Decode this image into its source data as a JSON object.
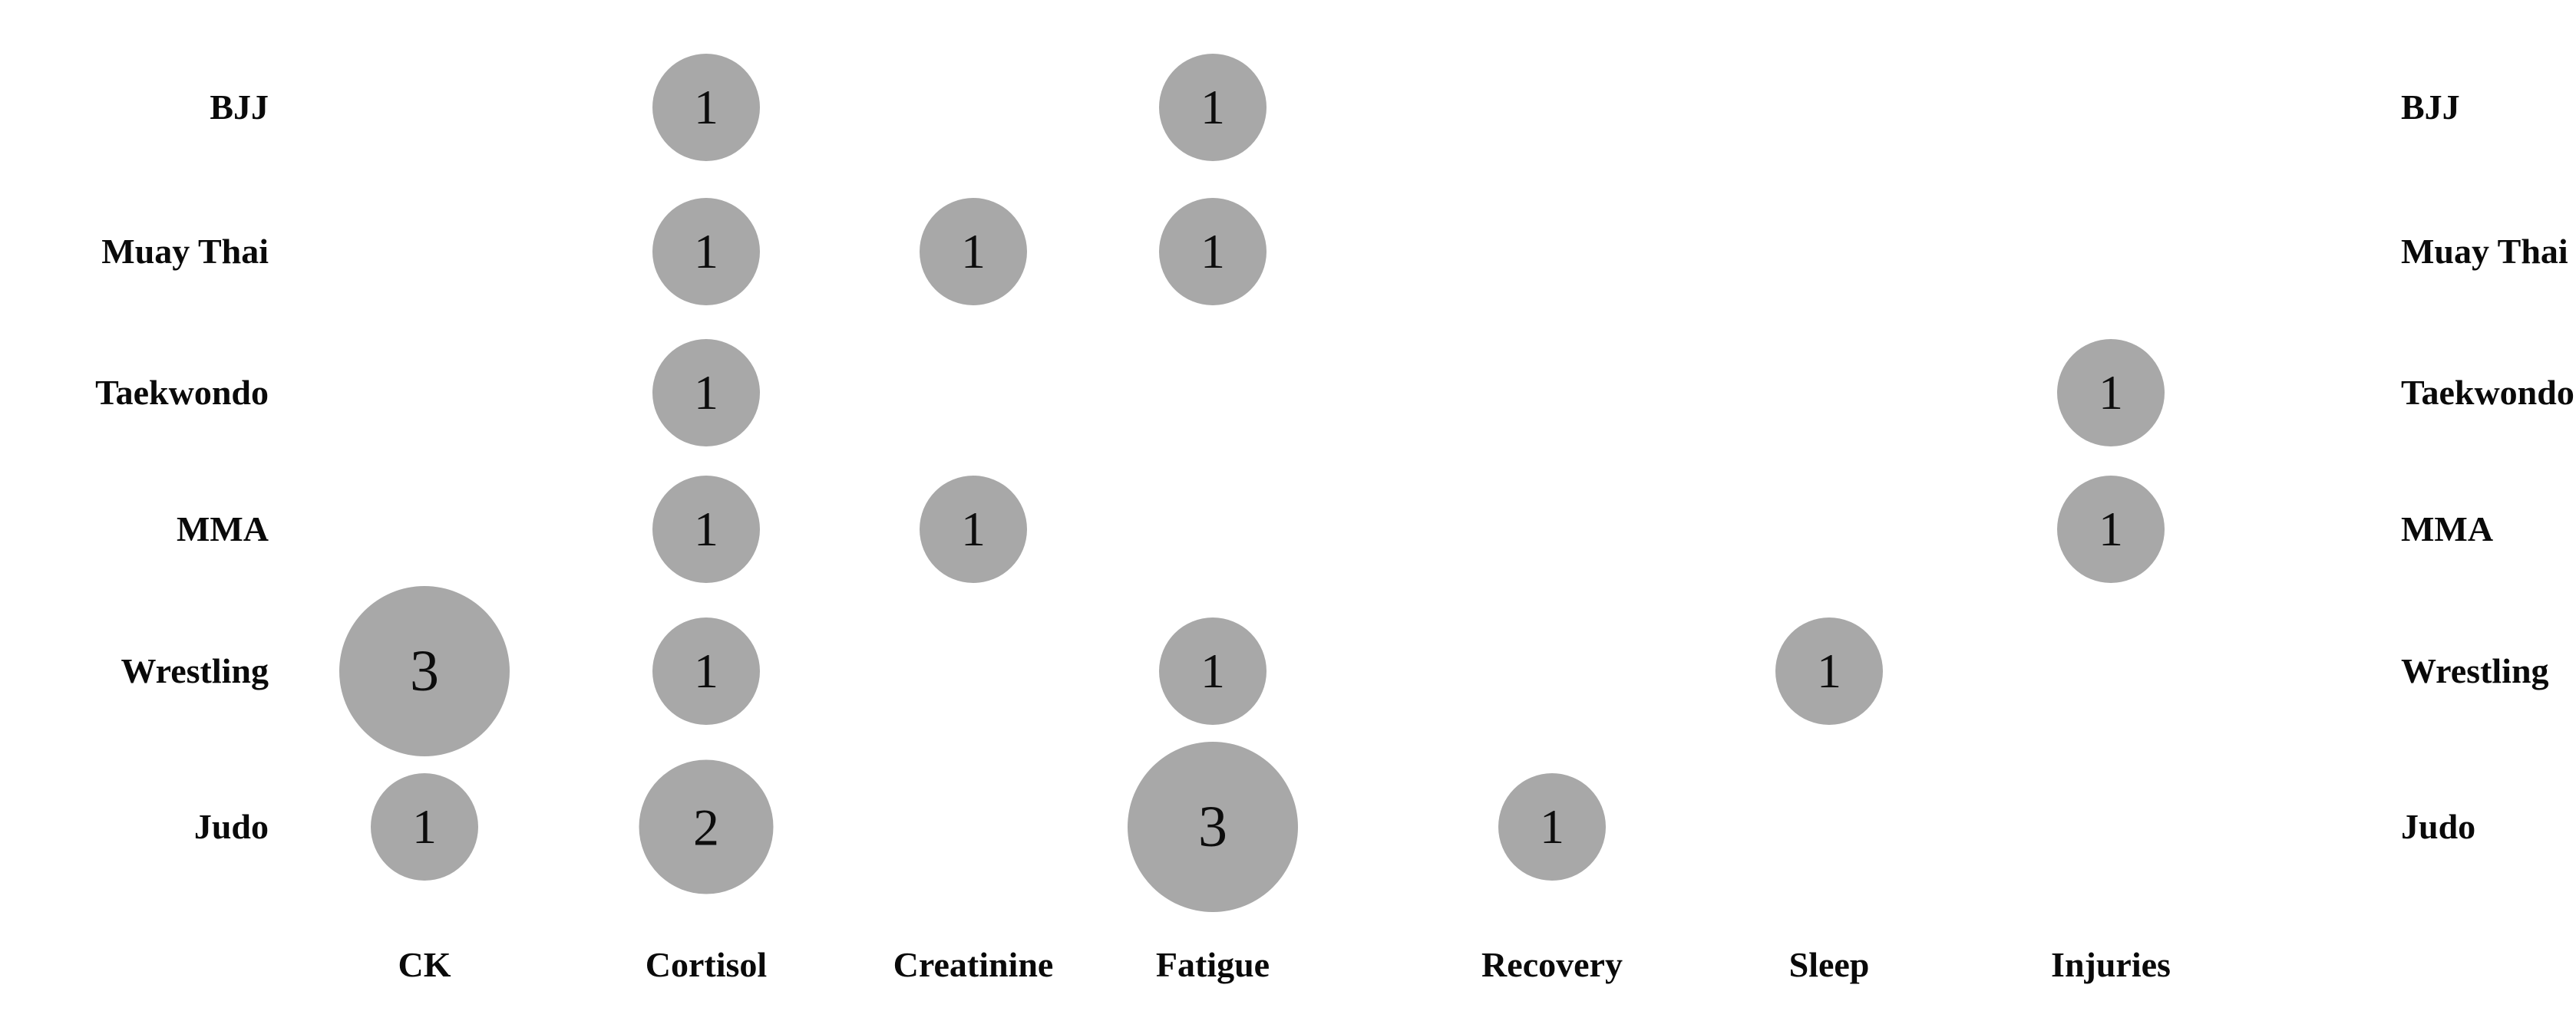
{
  "chart_data": {
    "type": "heatmap",
    "title": "",
    "subtitle": "",
    "xlabel": "",
    "ylabel": "",
    "grid": false,
    "legend_position": "none",
    "bubble_color": "#a8a8a8",
    "label_color": "#0a0a0a",
    "categories_x": [
      "CK",
      "Cortisol",
      "Creatinine",
      "Fatigue",
      "Recovery",
      "Sleep",
      "Injuries"
    ],
    "categories_y": [
      "BJJ",
      "Muay Thai",
      "Taekwondo",
      "MMA",
      "Wrestling",
      "Judo"
    ],
    "y_axis_right_labels": [
      "BJJ",
      "Muay Thai",
      "Taekwondo",
      "MMA",
      "Wrestling",
      "Judo"
    ],
    "value_range": [
      1,
      3
    ],
    "points": [
      {
        "x": "CK",
        "y": "Wrestling",
        "value": 3
      },
      {
        "x": "CK",
        "y": "Judo",
        "value": 1
      },
      {
        "x": "Cortisol",
        "y": "BJJ",
        "value": 1
      },
      {
        "x": "Cortisol",
        "y": "Muay Thai",
        "value": 1
      },
      {
        "x": "Cortisol",
        "y": "Taekwondo",
        "value": 1
      },
      {
        "x": "Cortisol",
        "y": "MMA",
        "value": 1
      },
      {
        "x": "Cortisol",
        "y": "Wrestling",
        "value": 1
      },
      {
        "x": "Cortisol",
        "y": "Judo",
        "value": 2
      },
      {
        "x": "Creatinine",
        "y": "Muay Thai",
        "value": 1
      },
      {
        "x": "Creatinine",
        "y": "MMA",
        "value": 1
      },
      {
        "x": "Fatigue",
        "y": "BJJ",
        "value": 1
      },
      {
        "x": "Fatigue",
        "y": "Muay Thai",
        "value": 1
      },
      {
        "x": "Fatigue",
        "y": "Wrestling",
        "value": 1
      },
      {
        "x": "Fatigue",
        "y": "Judo",
        "value": 3
      },
      {
        "x": "Recovery",
        "y": "Judo",
        "value": 1
      },
      {
        "x": "Sleep",
        "y": "Wrestling",
        "value": 1
      },
      {
        "x": "Injuries",
        "y": "Taekwondo",
        "value": 1
      },
      {
        "x": "Injuries",
        "y": "MMA",
        "value": 1
      }
    ]
  },
  "layout": {
    "column_centers": [
      553,
      920,
      1268,
      1580,
      2022,
      2383,
      2750
    ],
    "row_centers": [
      140,
      328,
      512,
      690,
      875,
      1078
    ],
    "bubble_diameters": {
      "1": 140,
      "2": 175,
      "3": 222
    },
    "font_sizes": {
      "1": 64,
      "2": 68,
      "3": 76
    }
  }
}
